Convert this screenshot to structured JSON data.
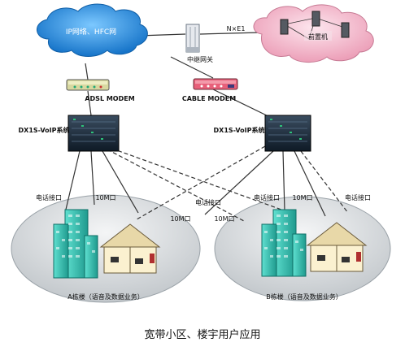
{
  "labels": {
    "ip_cloud": "IP网络、HFC网",
    "nxe1": "N×E1",
    "gateway": "中继网关",
    "host": "前置机",
    "adsl": "ADSL MODEM",
    "cable": "CABLE MODEM",
    "dx_left": "DX1S-VoIP系统",
    "dx_right": "DX1S-VoIP系统",
    "phone_l1": "电话接口",
    "tenm_l1": "10M口",
    "tenm_l2": "10M口",
    "phone_l2": "电话接口",
    "tenm_r2": "10M口",
    "phone_r1": "电话接口",
    "tenm_r1": "10M口",
    "phone_r2": "电话接口",
    "building_a": "A栋楼（语音及数据业务）",
    "building_b": "B栋楼（语音及数据业务）",
    "caption": "宽带小区、楼宇用户应用"
  },
  "colors": {
    "cloud_blue": "#1e8fe0",
    "cloud_pink": "#f2b4c8",
    "modem_adsl": "#d8d8a0",
    "modem_cable": "#e8607a",
    "system_dark": "#1a2a3a",
    "tower": "#2fbfb0",
    "ellipse": "#d6dadd"
  }
}
